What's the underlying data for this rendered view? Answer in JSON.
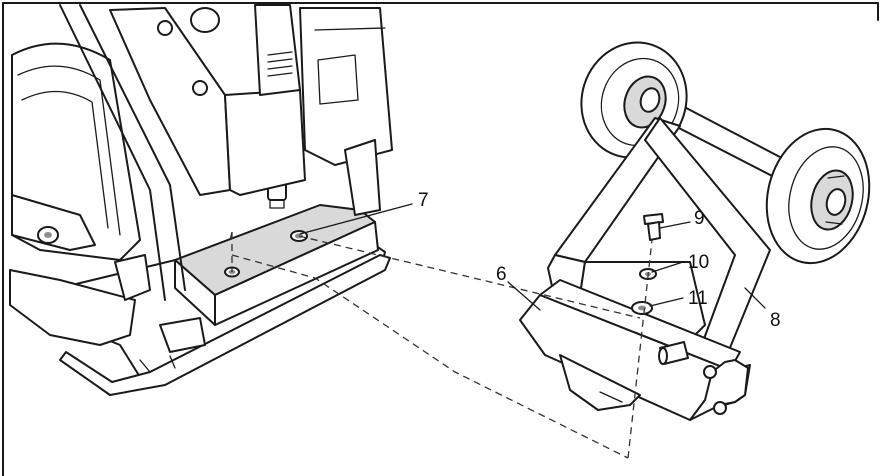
{
  "callouts": {
    "c6": "6",
    "c7": "7",
    "c8": "8",
    "c9": "9",
    "c10": "10",
    "c11": "11"
  }
}
